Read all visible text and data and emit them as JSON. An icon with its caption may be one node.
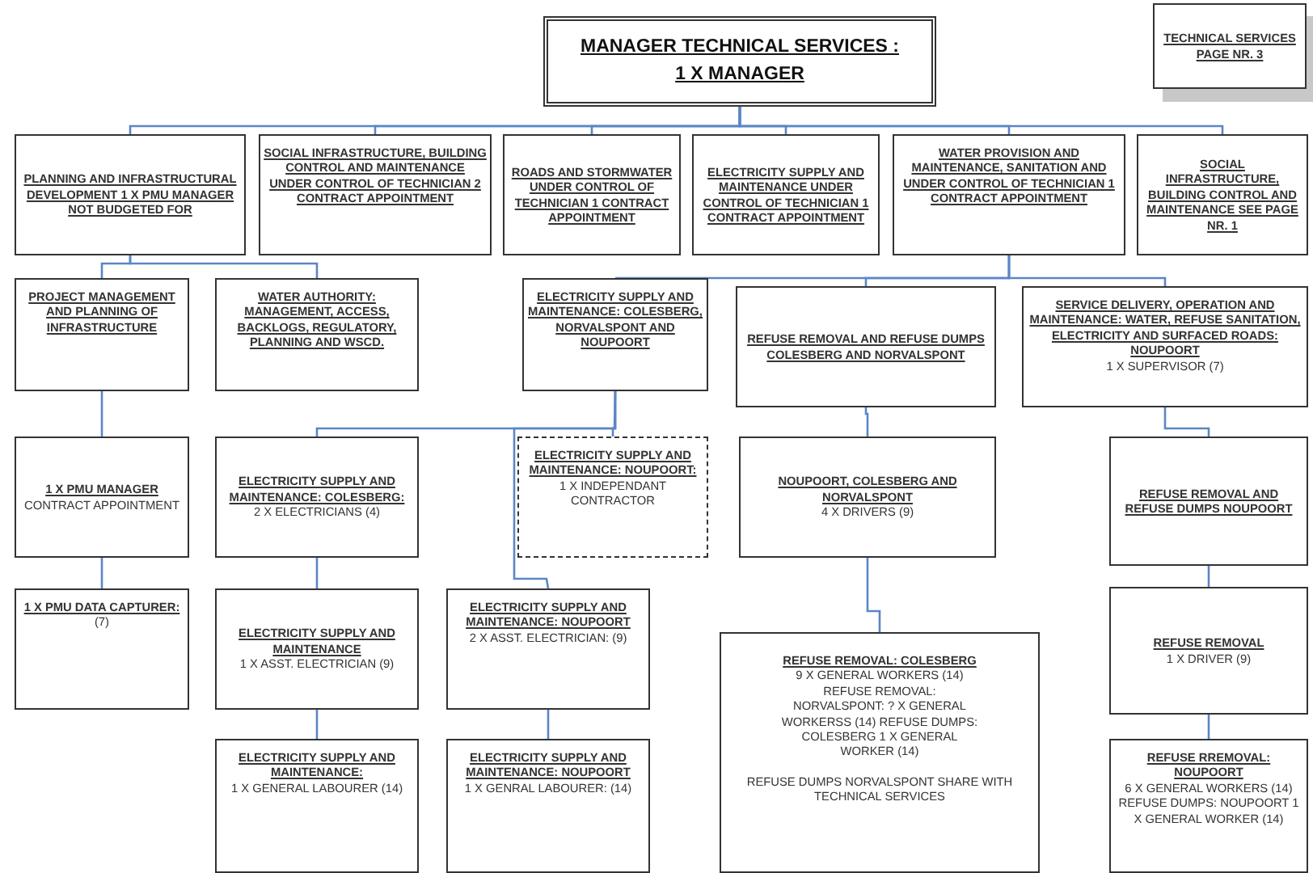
{
  "diagram": {
    "nodes": [
      {
        "text": [
          "MANAGER TECHNICAL SERVICES : 1 X MANAGER"
        ]
      },
      {
        "text": [
          "TECHNICAL SERVICES PAGE NR. 3"
        ]
      },
      {
        "text": [
          "PLANNING AND INFRASTRUCTURAL DEVELOPMENT 1 X PMU MANAGER NOT BUDGETED FOR"
        ]
      },
      {
        "text": [
          "SOCIAL INFRASTRUCTURE, BUILDING CONTROL AND MAINTENANCE UNDER CONTROL OF TECHNICIAN 2 CONTRACT APPOINTMENT"
        ]
      },
      {
        "text": [
          "ROADS AND STORMWATER UNDER CONTROL OF TECHNICIAN 1 CONTRACT APPOINTMENT"
        ]
      },
      {
        "text": [
          "ELECTRICITY SUPPLY AND MAINTENANCE UNDER CONTROL OF TECHNICIAN 1 CONTRACT APPOINTMENT"
        ]
      },
      {
        "text": [
          "WATER PROVISION AND MAINTENANCE, SANITATION AND UNDER CONTROL OF TECHNICIAN 1 CONTRACT APPOINTMENT"
        ]
      },
      {
        "text": [
          "SOCIAL INFRASTRUCTURE, BUILDING CONTROL AND MAINTENANCE SEE PAGE NR. 1"
        ]
      },
      {
        "text": [
          "PROJECT MANAGEMENT AND PLANNING OF INFRASTRUCTURE"
        ]
      },
      {
        "text": [
          "WATER AUTHORITY: MANAGEMENT, ACCESS, BACKLOGS, REGULATORY, PLANNING AND WSCD."
        ]
      },
      {
        "text": [
          "ELECTRICITY SUPPLY AND MAINTENANCE: COLESBERG, NORVALSPONT AND NOUPOORT"
        ]
      },
      {
        "text": [
          "REFUSE REMOVAL AND REFUSE DUMPS COLESBERG AND NORVALSPONT"
        ]
      },
      {
        "text": [
          "SERVICE DELIVERY, OPERATION AND MAINTENANCE: WATER, REFUSE SANITATION, ELECTRICITY AND SURFACED ROADS: NOUPOORT",
          "1 X SUPERVISOR (7)"
        ]
      },
      {
        "text": [
          "1 X PMU MANAGER",
          "CONTRACT APPOINTMENT"
        ]
      },
      {
        "text": [
          "ELECTRICITY SUPPLY AND MAINTENANCE: COLESBERG:",
          "2 X ELECTRICIANS (4)"
        ]
      },
      {
        "text": [
          "ELECTRICITY SUPPLY AND MAINTENANCE: NOUPOORT:",
          "1 X INDEPENDANT CONTRACTOR"
        ]
      },
      {
        "text": [
          "NOUPOORT, COLESBERG AND NORVALSPONT",
          "4 X DRIVERS (9)"
        ]
      },
      {
        "text": [
          "REFUSE REMOVAL AND REFUSE DUMPS NOUPOORT"
        ]
      },
      {
        "text": [
          "1 X PMU DATA CAPTURER:",
          "(7)"
        ]
      },
      {
        "text": [
          "ELECTRICITY SUPPLY AND MAINTENANCE",
          "1 X ASST. ELECTRICIAN (9)"
        ]
      },
      {
        "text": [
          "ELECTRICITY SUPPLY AND MAINTENANCE: NOUPOORT",
          "2 X ASST. ELECTRICIAN: (9)"
        ]
      },
      {
        "text": [
          "REFUSE REMOVAL: COLESBERG",
          "9 X GENERAL WORKERS (14) REFUSE REMOVAL: NORVALSPONT: ? X GENERAL WORKERSS (14) REFUSE DUMPS: COLESBERG 1 X GENERAL WORKER (14)",
          "REFUSE DUMPS NORVALSPONT SHARE WITH TECHNICAL SERVICES"
        ]
      },
      {
        "text": [
          "REFUSE REMOVAL",
          "1 X DRIVER (9)"
        ]
      },
      {
        "text": [
          "ELECTRICITY SUPPLY AND MAINTENANCE:",
          "1 X GENERAL LABOURER (14)"
        ]
      },
      {
        "text": [
          "ELECTRICITY SUPPLY AND MAINTENANCE: NOUPOORT",
          "1 X GENRAL LABOURER: (14)"
        ]
      },
      {
        "text": [
          "REFUSE RREMOVAL: NOUPOORT",
          "6 X GENERAL WORKERS (14) REFUSE DUMPS: NOUPOORT 1 X GENERAL WORKER (14)"
        ]
      }
    ],
    "edges": [
      {
        "from": 0,
        "to": 2,
        "arrow": "none"
      },
      {
        "from": 0,
        "to": 3,
        "arrow": "none"
      },
      {
        "from": 0,
        "to": 4,
        "arrow": "none"
      },
      {
        "from": 0,
        "to": 5,
        "arrow": "none"
      },
      {
        "from": 0,
        "to": 6,
        "arrow": "none"
      },
      {
        "from": 0,
        "to": 7,
        "arrow": "none"
      },
      {
        "from": 2,
        "to": 8,
        "arrow": "none"
      },
      {
        "from": 2,
        "to": 9,
        "arrow": "none"
      },
      {
        "from": 6,
        "to": 10,
        "arrow": "none"
      },
      {
        "from": 6,
        "to": 11,
        "arrow": "none"
      },
      {
        "from": 6,
        "to": 12,
        "arrow": "none"
      },
      {
        "from": 8,
        "to": 13,
        "arrow": "none"
      },
      {
        "from": 10,
        "to": 14,
        "arrow": "none"
      },
      {
        "from": 10,
        "to": 15,
        "arrow": "none"
      },
      {
        "from": 10,
        "to": 20,
        "arrow": "none"
      },
      {
        "from": 11,
        "to": 16,
        "arrow": "none"
      },
      {
        "from": 12,
        "to": 17,
        "arrow": "none"
      },
      {
        "from": 13,
        "to": 18,
        "arrow": "none"
      },
      {
        "from": 14,
        "to": 19,
        "arrow": "none"
      },
      {
        "from": 16,
        "to": 21,
        "arrow": "none"
      },
      {
        "from": 17,
        "to": 22,
        "arrow": "none"
      },
      {
        "from": 19,
        "to": 23,
        "arrow": "none"
      },
      {
        "from": 20,
        "to": 24,
        "arrow": "none"
      },
      {
        "from": 22,
        "to": 25,
        "arrow": "none"
      }
    ]
  }
}
